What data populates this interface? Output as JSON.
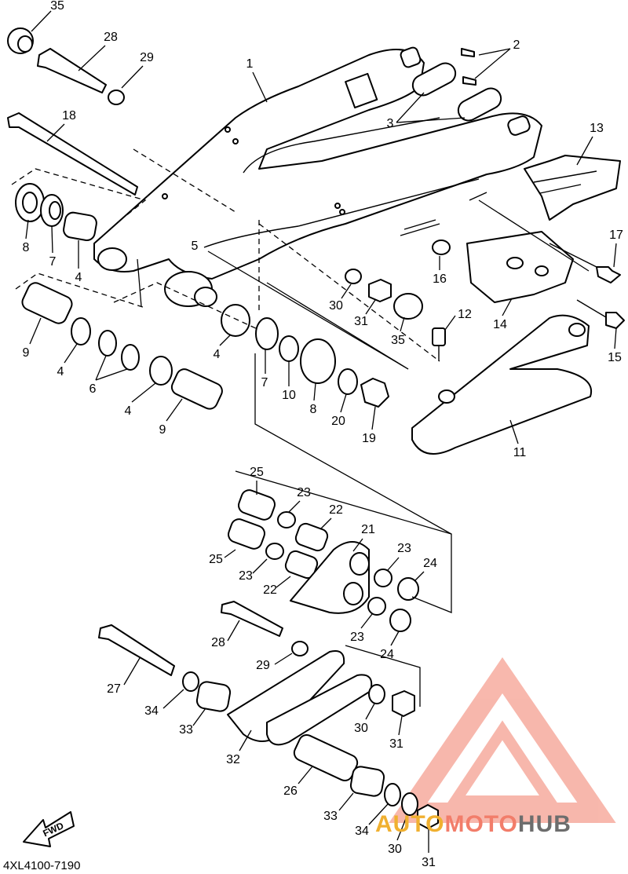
{
  "diagram_code": "4XL4100-7190",
  "fwd_label": "FWD",
  "watermark": {
    "part1": "AUTO",
    "part2": "MOTO",
    "part3": "HUB",
    "color1": "#f0b030",
    "color2": "#f27d6a",
    "color3": "#6d6d6d"
  },
  "callouts": {
    "c35a": "35",
    "c28a": "28",
    "c29a": "29",
    "c1": "1",
    "c2": "2",
    "c3": "3",
    "c18": "18",
    "c13": "13",
    "c8a": "8",
    "c7a": "7",
    "c4a": "4",
    "c5": "5",
    "c17": "17",
    "c16": "16",
    "c12": "12",
    "c30a": "30",
    "c31a": "31",
    "c35b": "35",
    "c14": "14",
    "c15": "15",
    "c9a": "9",
    "c4b": "4",
    "c6": "6",
    "c4c": "4",
    "c9b": "9",
    "c4d": "4",
    "c7b": "7",
    "c10": "10",
    "c8b": "8",
    "c20": "20",
    "c19": "19",
    "c11": "11",
    "c25a": "25",
    "c23a": "23",
    "c22a": "22",
    "c21": "21",
    "c25b": "25",
    "c23b": "23",
    "c22b": "22",
    "c23c": "23",
    "c24a": "24",
    "c23d": "23",
    "c24b": "24",
    "c28b": "28",
    "c29b": "29",
    "c27": "27",
    "c34a": "34",
    "c33a": "33",
    "c30b": "30",
    "c31b": "31",
    "c32": "32",
    "c26": "26",
    "c33b": "33",
    "c34b": "34",
    "c30c": "30",
    "c31c": "31"
  }
}
